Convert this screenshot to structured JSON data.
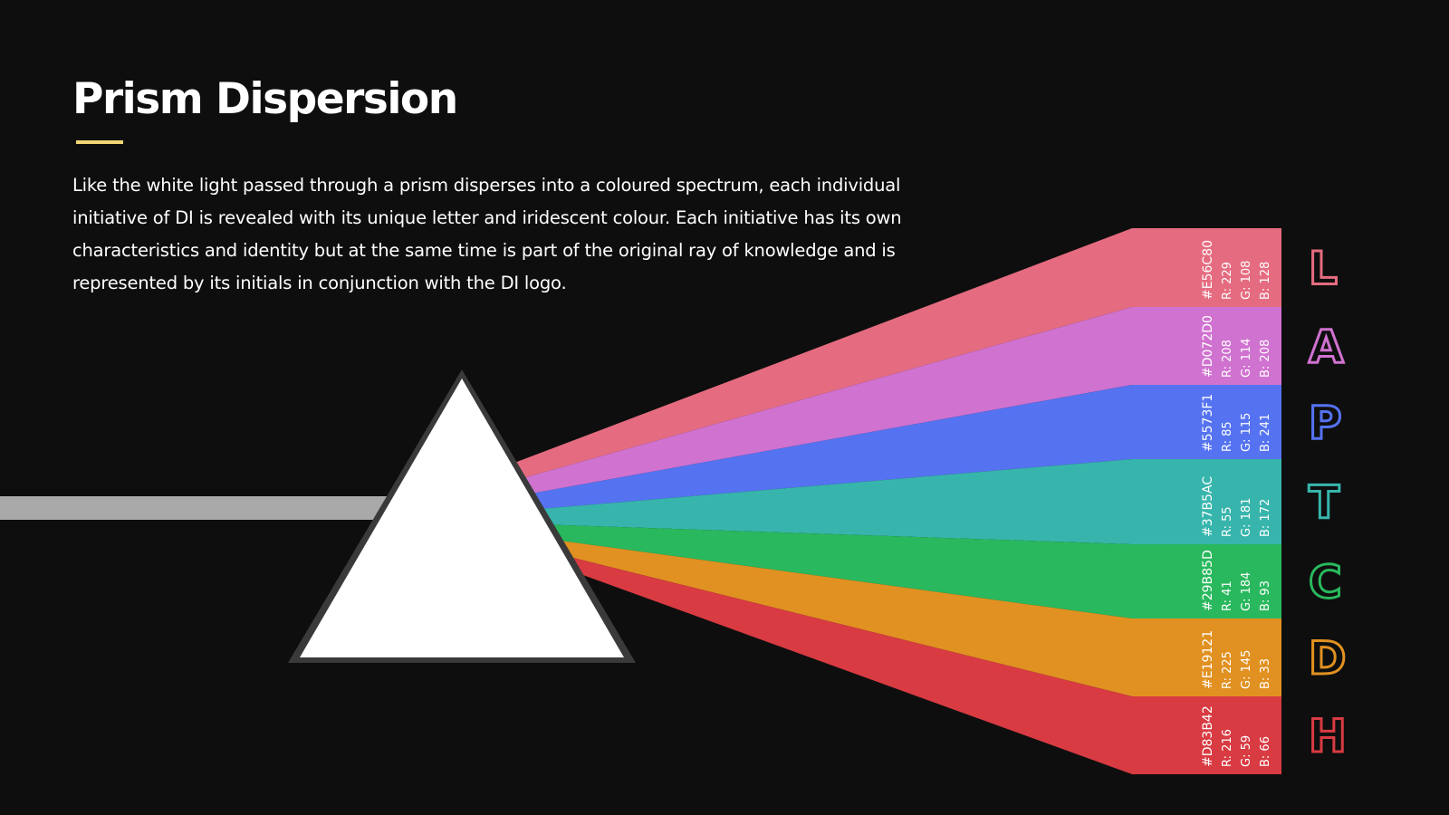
{
  "title": "Prism Dispersion",
  "accent_color": "#f2d574",
  "background_color": "#0e0e0e",
  "description": "Like the white light passed through a prism disperses into a coloured spectrum, each individual initiative of DI is revealed with its unique letter and iridescent colour. Each initiative has its own characteristics and identity but at the same time is part of the original ray of knowledge and is represented by its initials in conjunction with the DI logo.",
  "beams": [
    {
      "letter": "L",
      "hex": "#E56C80",
      "r": "R: 229",
      "g": "G: 108",
      "b": "B: 128",
      "color": "#E56C80"
    },
    {
      "letter": "A",
      "hex": "#D072D0",
      "r": "R: 208",
      "g": "G: 114",
      "b": "B: 208",
      "color": "#D072D0"
    },
    {
      "letter": "P",
      "hex": "#5573F1",
      "r": "R: 85",
      "g": "G: 115",
      "b": "B: 241",
      "color": "#5573F1"
    },
    {
      "letter": "T",
      "hex": "#37B5AC",
      "r": "R: 55",
      "g": "G: 181",
      "b": "B: 172",
      "color": "#37B5AC"
    },
    {
      "letter": "C",
      "hex": "#29B85D",
      "r": "R: 41",
      "g": "G: 184",
      "b": "B: 93",
      "color": "#29B85D"
    },
    {
      "letter": "D",
      "hex": "#E19121",
      "r": "R: 225",
      "g": "G: 145",
      "b": "B: 33",
      "color": "#E19121"
    },
    {
      "letter": "H",
      "hex": "#D83B42",
      "r": "R: 216",
      "g": "G: 59",
      "b": "B: 66",
      "color": "#D83B42"
    }
  ]
}
